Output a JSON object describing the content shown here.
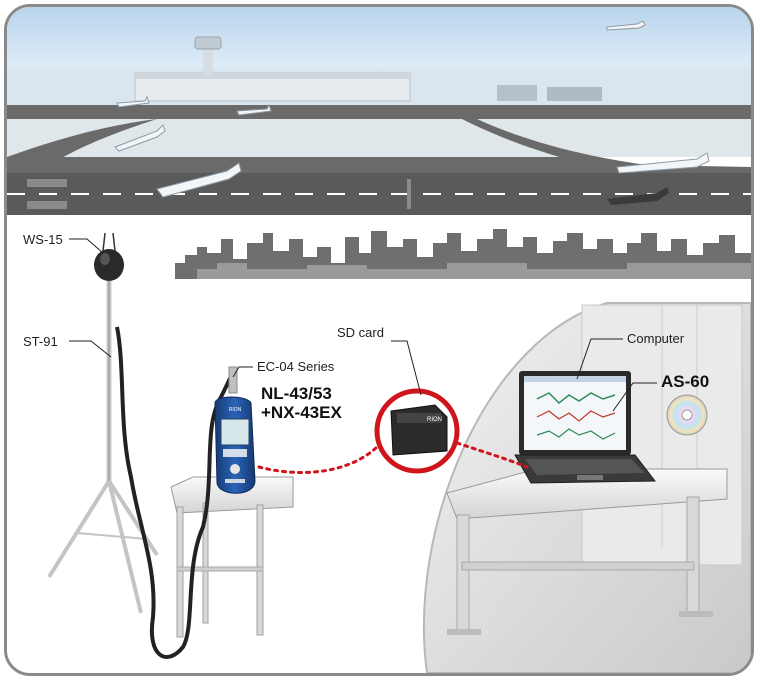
{
  "labels": {
    "ws15": "WS-15",
    "st91": "ST-91",
    "ec04": "EC-04 Series",
    "nl4353": "NL-43/53",
    "nx43ex": "+NX-43EX",
    "sdcard": "SD card",
    "computer": "Computer",
    "as60": "AS-60"
  },
  "device": {
    "brand_mark": "RION",
    "sd_brand": "RION"
  },
  "colors": {
    "connector_dotted": "#d0141b",
    "sd_highlight_ring": "#d0141b",
    "meter_body": "#1f4f98",
    "runway": "#5a5a5a"
  }
}
